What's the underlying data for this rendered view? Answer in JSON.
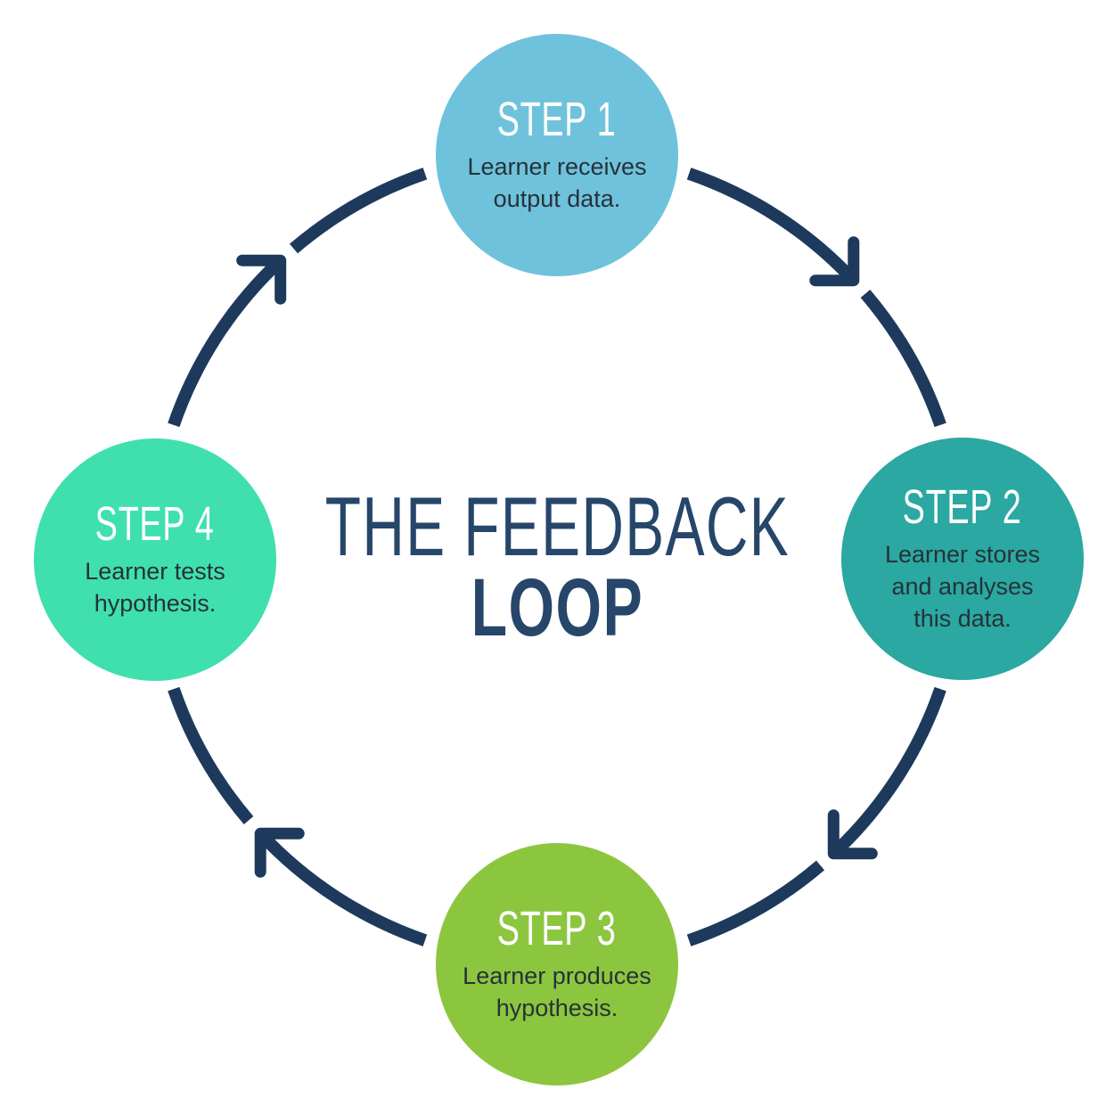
{
  "title": {
    "line1": "THE FEEDBACK",
    "line2": "LOOP"
  },
  "steps": [
    {
      "label": "STEP 1",
      "description": "Learner receives\noutput data.",
      "position": "top"
    },
    {
      "label": "STEP 2",
      "description": "Learner stores\nand analyses\nthis data.",
      "position": "right"
    },
    {
      "label": "STEP 3",
      "description": "Learner produces\nhypothesis.",
      "position": "bottom"
    },
    {
      "label": "STEP 4",
      "description": "Learner tests\nhypothesis.",
      "position": "left"
    }
  ],
  "flow": {
    "direction": "clockwise",
    "arrow_count": 4
  },
  "colors": {
    "background": "#ffffff",
    "line": "#1d3a5c",
    "title": "#26466a",
    "step1": "#6fc2dc",
    "step2": "#2aa8a1",
    "step3": "#8cc63f",
    "step4": "#3fe0ae",
    "step_label": "#ffffff",
    "description": "#263238"
  }
}
